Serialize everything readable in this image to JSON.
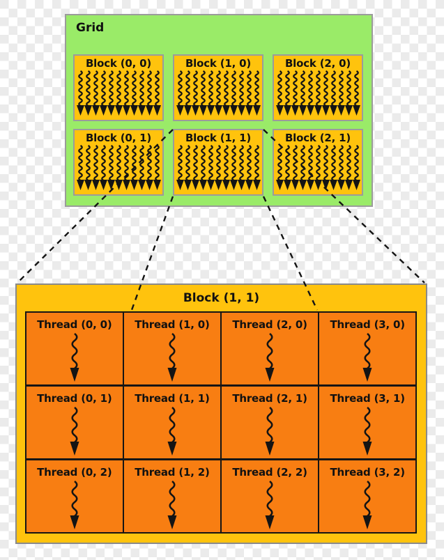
{
  "grid": {
    "label": "Grid",
    "blocks": [
      {
        "label": "Block (0, 0)"
      },
      {
        "label": "Block (1, 0)"
      },
      {
        "label": "Block (2, 0)"
      },
      {
        "label": "Block (0, 1)"
      },
      {
        "label": "Block (1, 1)"
      },
      {
        "label": "Block (2, 1)"
      }
    ],
    "rows": 2,
    "columns": 3,
    "threads_per_block_shown": 11
  },
  "detail": {
    "title": "Block (1, 1)",
    "rows": 3,
    "columns": 4,
    "threads": [
      [
        "Thread (0, 0)",
        "Thread (1, 0)",
        "Thread (2, 0)",
        "Thread (3, 0)"
      ],
      [
        "Thread (0, 1)",
        "Thread (1, 1)",
        "Thread (2, 1)",
        "Thread (3, 1)"
      ],
      [
        "Thread (0, 2)",
        "Thread (1, 2)",
        "Thread (2, 2)",
        "Thread (3, 2)"
      ]
    ]
  },
  "icons": {
    "thread_arrow": "squiggle-down-arrow-icon",
    "connector": "dashed-zoom-connector-line"
  },
  "colors": {
    "grid_fill": "#9aeb68",
    "block_fill": "#ffc30d",
    "thread_cell_fill": "#f87e12",
    "border_gray": "#9b9b9b",
    "table_border": "#151515",
    "dash_line": "#141414",
    "checker_gray": "#ebebeb",
    "text": "#111111"
  }
}
